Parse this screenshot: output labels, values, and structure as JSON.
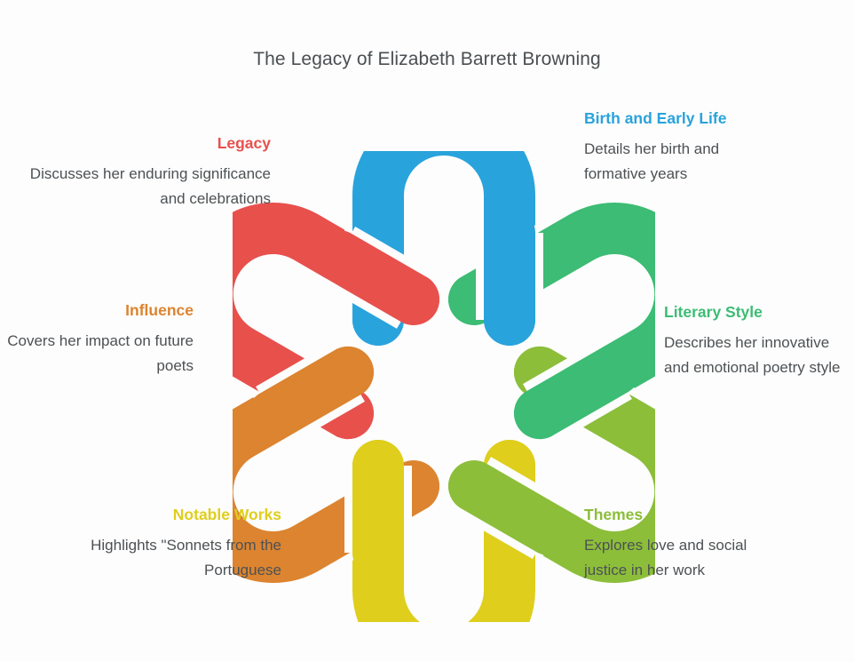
{
  "page": {
    "title": "The Legacy of Elizabeth Barrett Browning",
    "background_color": "#fdfdfd",
    "title_color": "#4a4f52",
    "body_text_color": "#4d5154"
  },
  "diagram": {
    "type": "six-lobed-interlocking-knot",
    "name": "celtic-knot-graphic",
    "lobe_count": 6,
    "colors": {
      "legacy": "#E8504C",
      "birth_and_early_life": "#29A3DC",
      "literary_style": "#3CBC74",
      "themes": "#8CBE3A",
      "notable_works": "#DFCE1C",
      "influence": "#DC8430"
    }
  },
  "blocks": [
    {
      "id": "legacy",
      "heading": "Legacy",
      "body": "Discusses her enduring significance and celebrations",
      "color": "#E8504C",
      "align": "right"
    },
    {
      "id": "birth",
      "heading": "Birth and Early Life",
      "body": "Details her birth and formative years",
      "color": "#29A3DC",
      "align": "left"
    },
    {
      "id": "influence",
      "heading": "Influence",
      "body": "Covers her impact on future poets",
      "color": "#DC8430",
      "align": "right"
    },
    {
      "id": "literary_style",
      "heading": "Literary Style",
      "body": "Describes her innovative and emotional poetry style",
      "color": "#3CBC74",
      "align": "left"
    },
    {
      "id": "notable_works",
      "heading": "Notable Works",
      "body": "Highlights \"Sonnets from the Portuguese",
      "color": "#DFCE1C",
      "align": "right"
    },
    {
      "id": "themes",
      "heading": "Themes",
      "body": "Explores love and social justice in her work",
      "color": "#8CBE3A",
      "align": "left"
    }
  ]
}
